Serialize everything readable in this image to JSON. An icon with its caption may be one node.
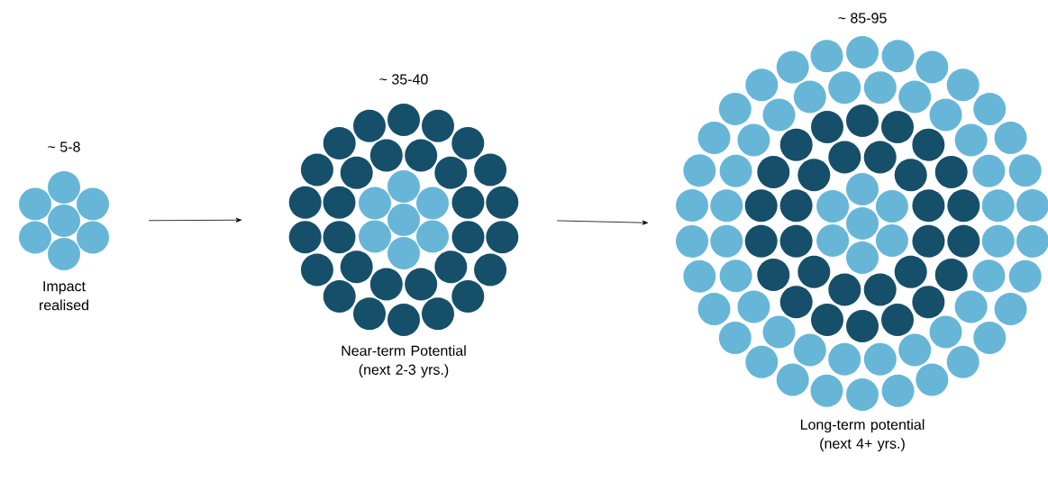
{
  "diagram": {
    "nodes": [
      {
        "text": [
          "~ 5-8",
          "Impact realised"
        ]
      },
      {
        "text": [
          "~ 35-40",
          "Near-term Potential (next 2-3 yrs.)"
        ]
      },
      {
        "text": [
          "~ 85-95",
          "Long-term potential (next 4+ yrs.)"
        ]
      }
    ],
    "edges": [
      {
        "from": 0,
        "to": 1,
        "arrow": "to"
      },
      {
        "from": 1,
        "to": 2,
        "arrow": "to"
      }
    ]
  }
}
